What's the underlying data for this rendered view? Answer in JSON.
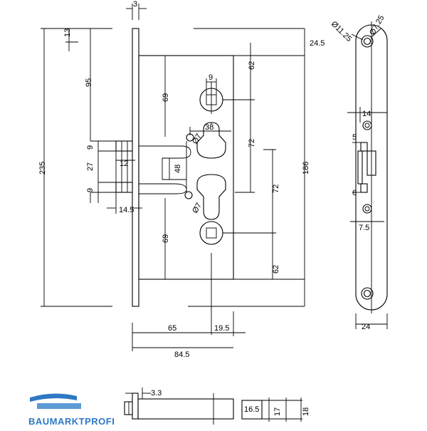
{
  "drawing": {
    "front": {
      "dims": {
        "forend_thickness": "3",
        "top_offset": "13",
        "height_95": "95",
        "height_235": "235",
        "latch_upper_9": "9",
        "latch_27": "27",
        "latch_lower_9": "9",
        "latch_depth_12": "12",
        "latch_14_5": "14.5",
        "hole_69_top": "69",
        "hole_69_bottom": "69",
        "width_9": "9",
        "backset_38": "38",
        "dia_7_top": "Ø7",
        "dia_7_bottom": "Ø7",
        "height_48": "48",
        "dist_62_top": "62",
        "dist_72_upper": "72",
        "dist_72_lower": "72",
        "dist_62_bottom": "62",
        "top_24_5": "24.5",
        "case_186": "186",
        "backset_65": "65",
        "offset_19_5": "19.5",
        "case_84_5": "84.5"
      }
    },
    "forend": {
      "dims": {
        "dia_11_25": "Ø11.25",
        "dia_7_25": "Ø7.25",
        "width_14": "14",
        "gap_5": "5",
        "gap_6": "6",
        "offset_7_5": "7.5",
        "width_24": "24"
      }
    },
    "bottom": {
      "dims": {
        "d_3_3": "3.3",
        "d_16_5": "16.5",
        "d_17": "17",
        "d_18": "18"
      }
    },
    "brand": {
      "name": "BAUMARKTPROFI",
      "colors": {
        "primary": "#2f78c4",
        "secondary": "#5d9ad6"
      }
    }
  }
}
